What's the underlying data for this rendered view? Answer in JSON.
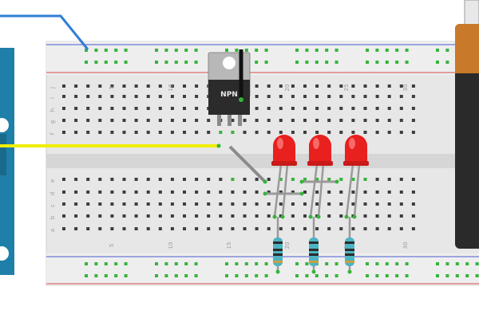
{
  "breadboard": {
    "column_numbers": [
      "5",
      "10",
      "15",
      "20",
      "25",
      "30"
    ],
    "row_letters_top": [
      "j",
      "i",
      "h",
      "g",
      "f"
    ],
    "row_letters_bottom": [
      "e",
      "d",
      "c",
      "b",
      "a"
    ],
    "rail_colors": {
      "positive": "#d84a4a",
      "negative": "#4a5ad0"
    }
  },
  "transistor": {
    "label": "NPN"
  },
  "components": {
    "leds": [
      {
        "color": "red"
      },
      {
        "color": "red"
      },
      {
        "color": "red"
      }
    ],
    "resistors": [
      {
        "bands": [
          "brown",
          "black",
          "brown",
          "gold"
        ]
      },
      {
        "bands": [
          "brown",
          "black",
          "brown",
          "gold"
        ]
      },
      {
        "bands": [
          "brown",
          "black",
          "brown",
          "gold"
        ]
      }
    ],
    "battery": {
      "type": "9V"
    }
  },
  "wires": {
    "blue": "#2f7fd6",
    "yellow": "#f0ee00",
    "gray": "#8a8a8a"
  },
  "colors": {
    "board": "#e7e7e7",
    "hole": "#3d3d3d",
    "active_hole": "#35b43a",
    "led": "#e8201e"
  }
}
